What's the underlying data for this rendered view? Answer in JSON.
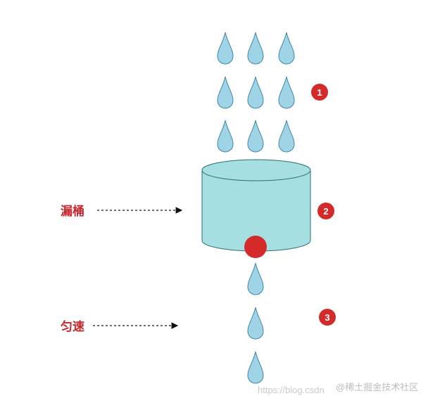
{
  "labels": {
    "bucket": "漏桶",
    "constant_rate": "匀速"
  },
  "badges": [
    "1",
    "2",
    "3"
  ],
  "watermark": {
    "url": "https://blog.csdn",
    "site": "@稀土掘金技术社区"
  },
  "colors": {
    "drop_fill": "#9fd3e6",
    "drop_stroke": "#3f87a8",
    "bucket_fill": "#a6dfe1",
    "bucket_stroke": "#2f6c70",
    "accent_red": "#d42a2a",
    "label": "#c8262b"
  }
}
